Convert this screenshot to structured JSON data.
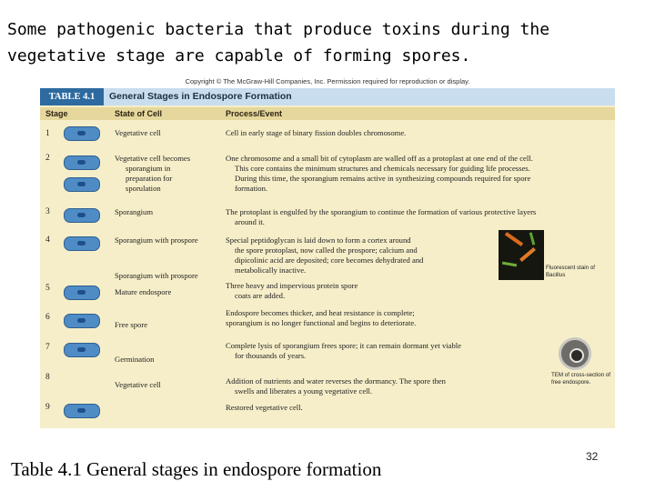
{
  "slide": {
    "heading": "Some pathogenic bacteria that produce toxins during the vegetative stage are capable of forming spores.",
    "caption": "Table 4.1 General stages in endospore formation",
    "page_number": "32"
  },
  "figure": {
    "copyright": "Copyright © The McGraw-Hill Companies, Inc. Permission required for reproduction or display.",
    "table_label": "TABLE 4.1",
    "table_title": "General Stages in Endospore Formation",
    "headers": {
      "stage": "Stage",
      "state": "State of Cell",
      "process": "Process/Event"
    },
    "stages": [
      "1",
      "2",
      "3",
      "4",
      "5",
      "6",
      "7",
      "8",
      "9"
    ],
    "states": [
      "Vegetative cell",
      "Vegetative cell becomes",
      "sporangium in",
      "preparation for",
      "sporulation",
      "Sporangium",
      "Sporangium with prospore",
      "Sporangium with prospore",
      "Mature endospore",
      "Free spore",
      "Germination",
      "Vegetative cell"
    ],
    "processes": [
      "Cell in early stage of binary fission doubles chromosome.",
      "One chromosome and a small bit of cytoplasm are walled off as a protoplast at one end of the cell.",
      "This core contains the minimum structures and chemicals necessary for guiding life processes.",
      "During this time, the sporangium remains active in synthesizing compounds required for spore",
      "formation.",
      "The protoplast is engulfed by the sporangium to continue the formation of various protective layers",
      "around it.",
      "Special peptidoglycan is laid down to form a cortex around",
      "the spore protoplast, now called the prospore; calcium and",
      "dipicolinic acid are deposited; core becomes dehydrated and",
      "metabolically inactive.",
      "Three heavy and impervious protein spore",
      "coats are added.",
      "Endospore becomes thicker, and heat resistance is complete;",
      "sporangium is no longer functional and begins to deteriorate.",
      "Complete lysis of sporangium frees spore; it can remain dormant yet viable",
      "for thousands of years.",
      "Addition of nutrients and water reverses the dormancy. The spore then",
      "swells and liberates a young vegetative cell.",
      "Restored vegetative cell."
    ],
    "image_captions": {
      "fluorescent": "Fluorescent stain of Bacillus",
      "tem": "TEM of cross-section of free endospore."
    }
  }
}
